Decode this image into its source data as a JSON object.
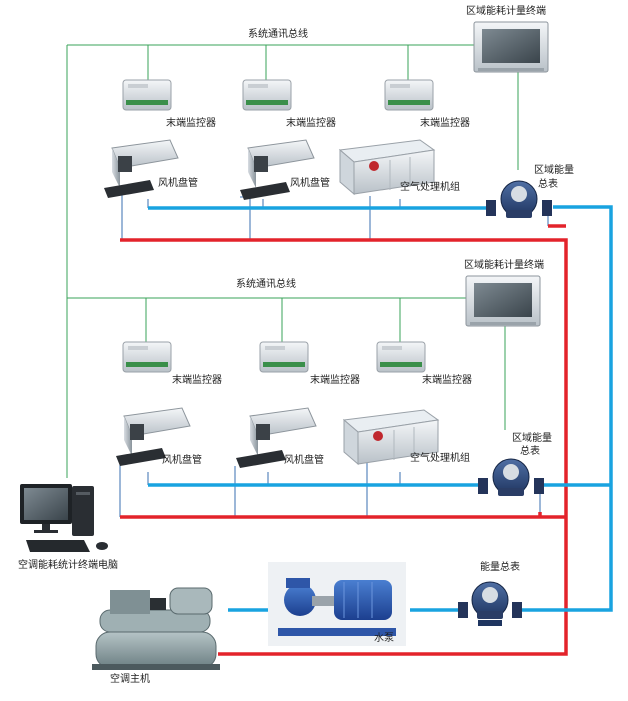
{
  "labels": {
    "bus_top": "系统通讯总线",
    "bus_mid": "系统通讯总线",
    "terminal_top": "区域能耗计量终端",
    "terminal_mid": "区域能耗计量终端",
    "ctrl1": "末端监控器",
    "ctrl2": "末端监控器",
    "ctrl3": "末端监控器",
    "ctrl4": "末端监控器",
    "ctrl5": "末端监控器",
    "ctrl6": "末端监控器",
    "fcu1": "风机盘管",
    "fcu2": "风机盘管",
    "fcu3": "风机盘管",
    "fcu4": "风机盘管",
    "ahu_top": "空气处理机组",
    "ahu_mid": "空气处理机组",
    "zone_meter_top_1": "区域能量",
    "zone_meter_top_2": "总表",
    "zone_meter_mid_1": "区域能量",
    "zone_meter_mid_2": "总表",
    "main_meter": "能量总表",
    "pump": "水泵",
    "chiller": "空调主机",
    "computer": "空调能耗统计终端电脑"
  },
  "colors": {
    "bus_line": "#3aa35a",
    "supply_pipe": "#e3232b",
    "return_pipe": "#19a3e0",
    "thin_pipe": "#3a6fb0"
  }
}
